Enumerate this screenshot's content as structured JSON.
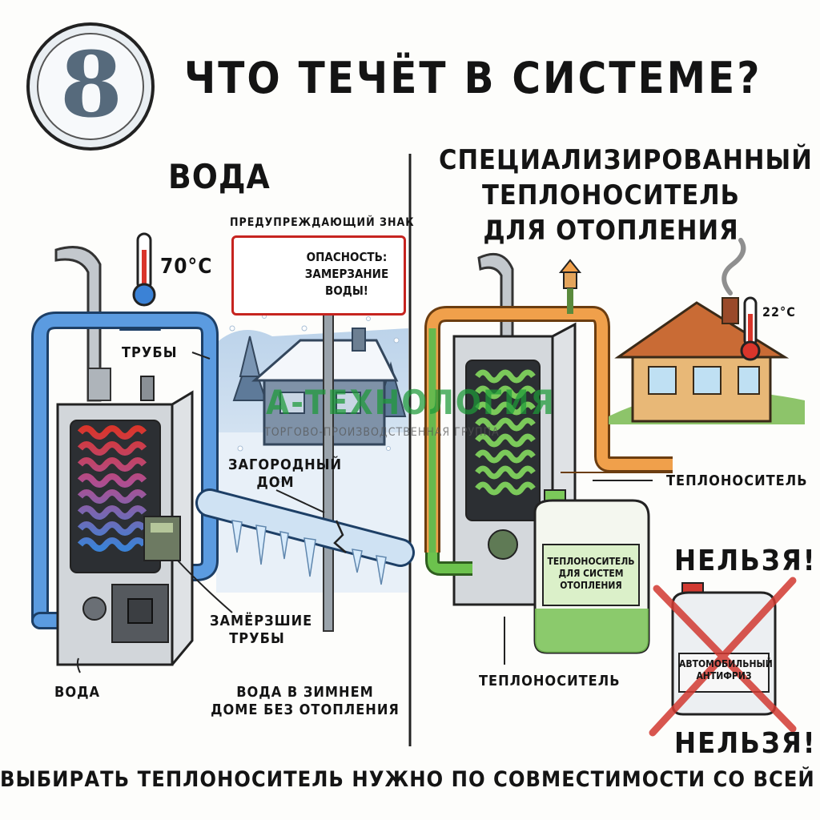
{
  "badge": {
    "number": "8"
  },
  "title": "ЧТО ТЕЧЁТ В СИСТЕМЕ?",
  "left": {
    "heading": "ВОДА",
    "temperature": "70°C",
    "pipes_label": "ТРУБЫ",
    "sign_caption": "ПРЕДУПРЕЖДАЮЩИЙ ЗНАК",
    "sign_lines": [
      "ОПАСНОСТЬ:",
      "ЗАМЕРЗАНИЕ",
      "ВОДЫ!"
    ],
    "house_label": [
      "ЗАГОРОДНЫЙ",
      "ДОМ"
    ],
    "frozen_label": [
      "ЗАМЁРЗШИЕ",
      "ТРУБЫ"
    ],
    "water_label": "ВОДА",
    "winter_caption": [
      "ВОДА В ЗИМНЕМ",
      "ДОМЕ БЕЗ ОТОПЛЕНИЯ"
    ]
  },
  "right": {
    "heading": [
      "СПЕЦИАЛИЗИРОВАННЫЙ",
      "ТЕПЛОНОСИТЕЛЬ",
      "ДЛЯ ОТОПЛЕНИЯ"
    ],
    "temperature": "22°C",
    "coolant_label": "ТЕПЛОНОСИТЕЛЬ",
    "canister_label": [
      "ТЕПЛОНОСИТЕЛЬ",
      "ДЛЯ СИСТЕМ",
      "ОТОПЛЕНИЯ"
    ],
    "boiler_label": "ТЕПЛОНОСИТЕЛЬ",
    "forbidden_top": "НЕЛЬЗЯ!",
    "antifreeze_label": [
      "АВТОМОБИЛЬНЫЙ",
      "АНТИФРИЗ"
    ],
    "forbidden_bottom": "НЕЛЬЗЯ!"
  },
  "watermark": {
    "brand": "А-ТЕХНОЛОГИЯ",
    "subtitle": "ТОРГОВО-ПРОИЗВОДСТВЕННАЯ ГРУППА"
  },
  "bottom_caption": "ВЫБИРАТЬ ТЕПЛОНОСИТЕЛЬ НУЖНО ПО СОВМЕСТИМОСТИ СО ВСЕЙ СИСТЕМОЙ",
  "colors": {
    "hot": "#d9352b",
    "cold": "#3b82d6",
    "coolant": "#59b845",
    "orange": "#e8892c",
    "danger": "#d23a32"
  }
}
